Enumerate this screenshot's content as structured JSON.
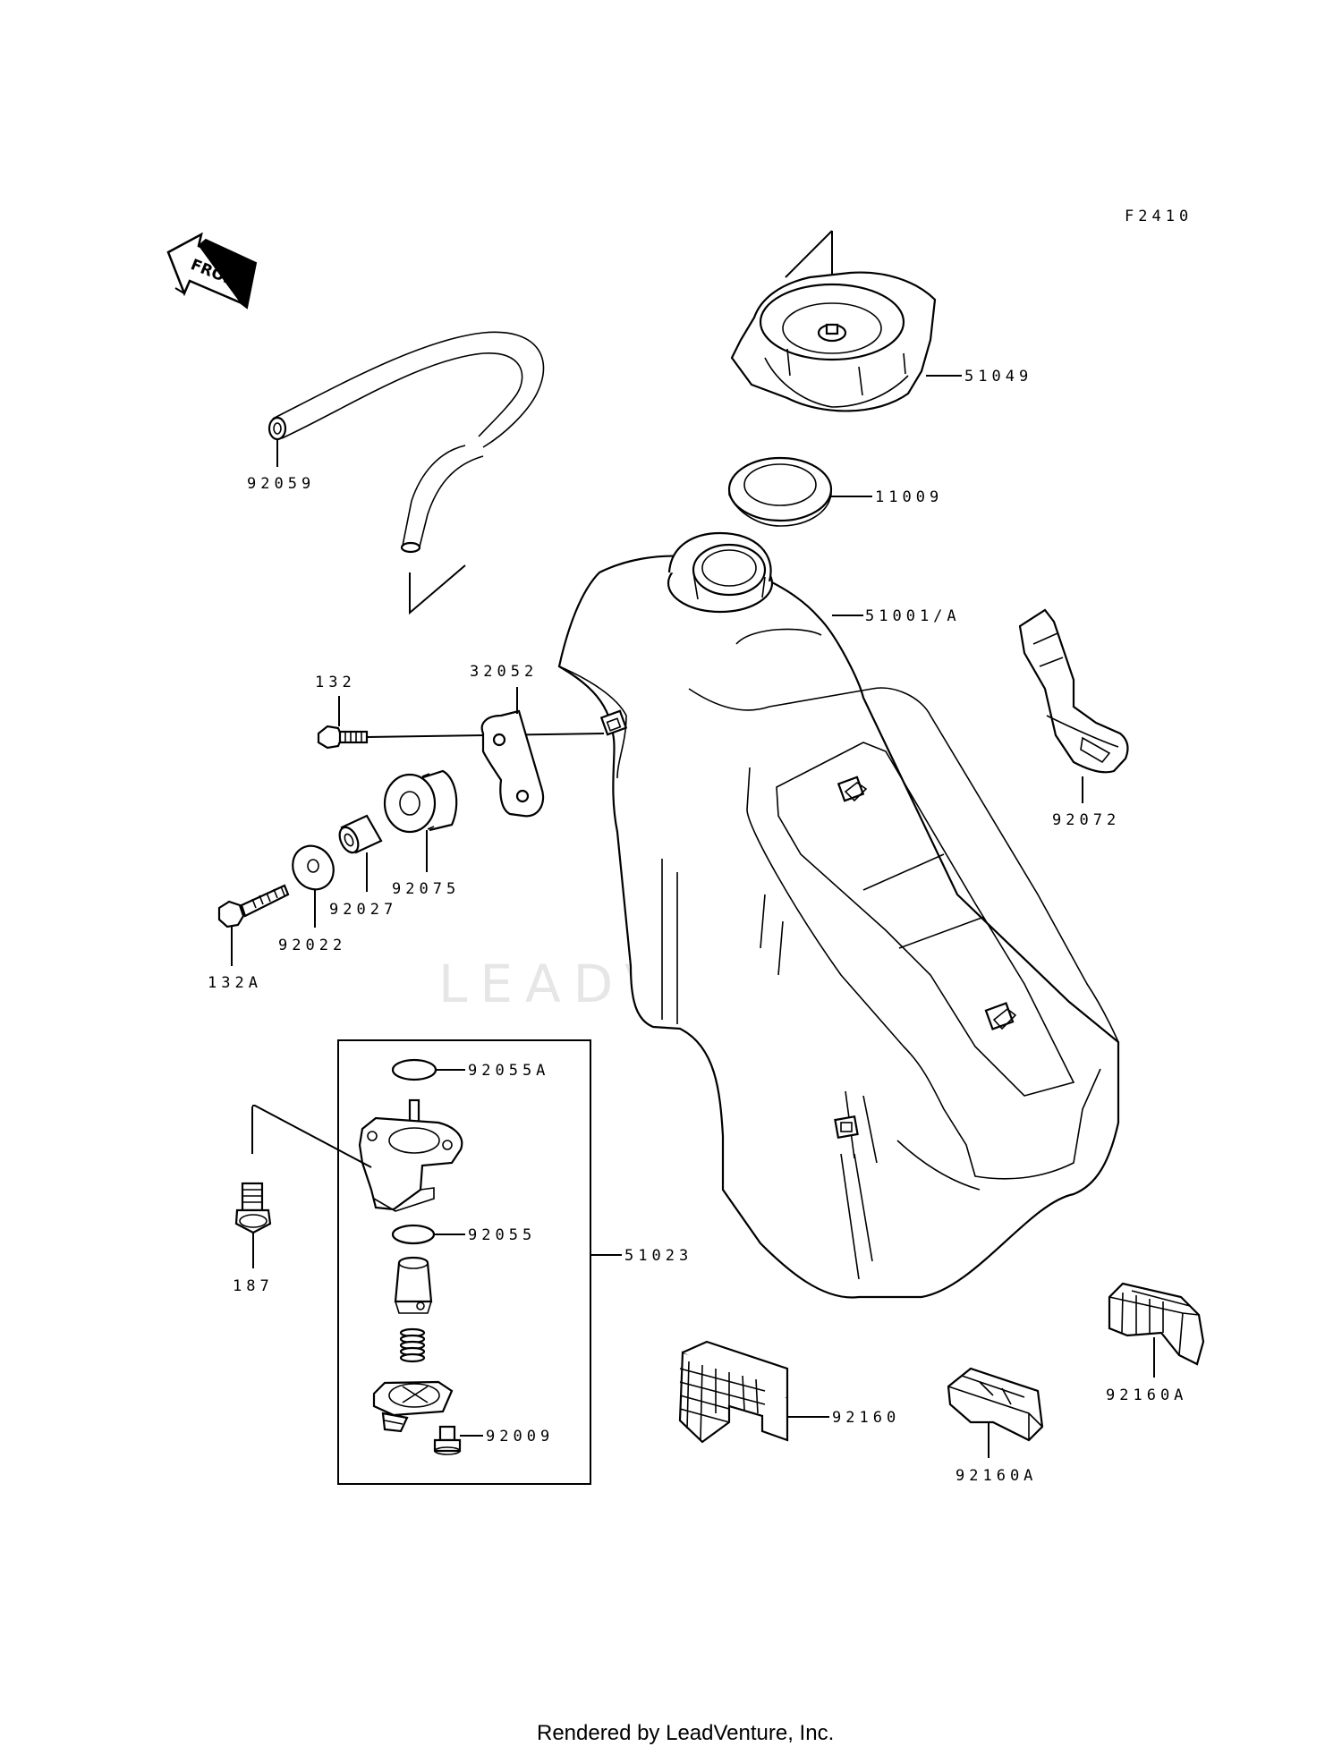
{
  "diagram_code": "F2410",
  "direction_label": "FRONT",
  "watermark": "LEADVENTURE",
  "footer": "Rendered by LeadVenture, Inc.",
  "parts": {
    "fuel_cap": "51049",
    "cap_gasket": "11009",
    "fuel_tank": "51001/A",
    "breather_hose": "92059",
    "tank_strap": "92072",
    "bolt_132": "132",
    "bracket": "32052",
    "damper": "92075",
    "collar": "92027",
    "washer": "92022",
    "bolt_132a": "132A",
    "oring_a": "92055A",
    "oring": "92055",
    "fuel_cock_assy": "51023",
    "bolt_187": "187",
    "screw": "92009",
    "pad": "92160",
    "pad_a_center": "92160A",
    "pad_a_right": "92160A"
  }
}
